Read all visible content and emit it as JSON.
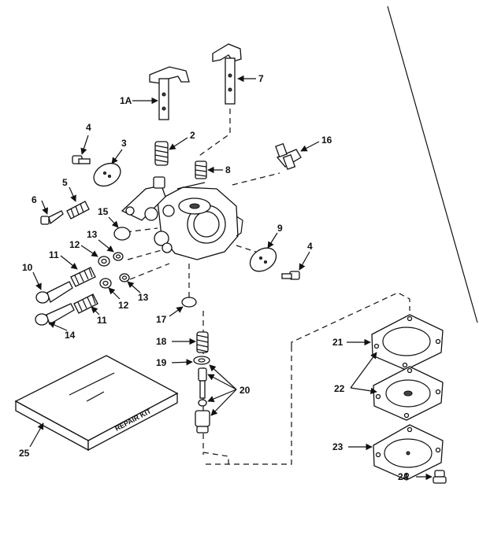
{
  "diagram": {
    "callouts": {
      "p1a": "1A",
      "p2": "2",
      "p3": "3",
      "p4a": "4",
      "p4b": "4",
      "p5": "5",
      "p6": "6",
      "p7": "7",
      "p8": "8",
      "p9": "9",
      "p10": "10",
      "p11a": "11",
      "p11b": "11",
      "p12a": "12",
      "p12b": "12",
      "p13a": "13",
      "p13b": "13",
      "p14": "14",
      "p15": "15",
      "p16": "16",
      "p17": "17",
      "p18": "18",
      "p19": "19",
      "p20": "20",
      "p21": "21",
      "p22": "22",
      "p23": "23",
      "p24": "24",
      "p25": "25"
    },
    "repair_kit_label": "REPAIR KIT"
  }
}
